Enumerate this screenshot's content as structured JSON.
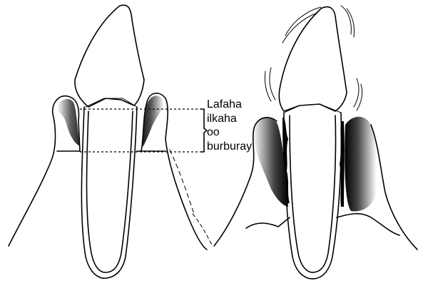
{
  "annotation": {
    "lines": [
      "Lafaha",
      "ilkaha",
      "oo",
      "burburay"
    ]
  },
  "figures": [
    {
      "name": "healthy-tooth",
      "description_visible": false
    },
    {
      "name": "periodontal-disease-tooth",
      "description_visible": false
    }
  ],
  "colors": {
    "ink": "#000000",
    "background": "#ffffff"
  }
}
